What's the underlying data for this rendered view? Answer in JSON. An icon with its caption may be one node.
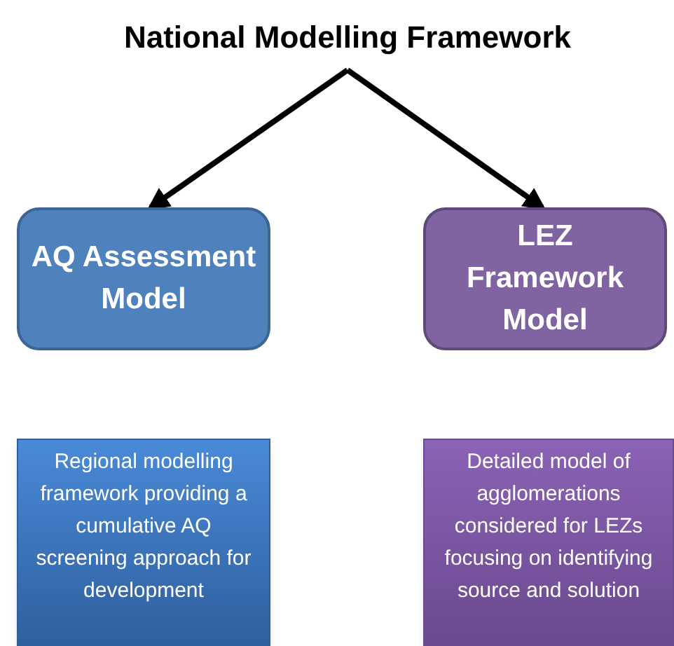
{
  "diagram": {
    "nodes": [
      {
        "text": [
          "National Modelling Framework"
        ]
      },
      {
        "text": [
          "AQ Assessment Model"
        ]
      },
      {
        "text": [
          "LEZ Framework Model"
        ]
      },
      {
        "text": [
          "Regional modelling framework providing a cumulative AQ screening approach for development"
        ]
      },
      {
        "text": [
          "Detailed  model of agglomerations considered for LEZs focusing on identifying source and solution"
        ]
      }
    ],
    "edges": [
      {
        "from": 0,
        "to": 1,
        "arrow": "to"
      },
      {
        "from": 0,
        "to": 2,
        "arrow": "to"
      }
    ]
  }
}
